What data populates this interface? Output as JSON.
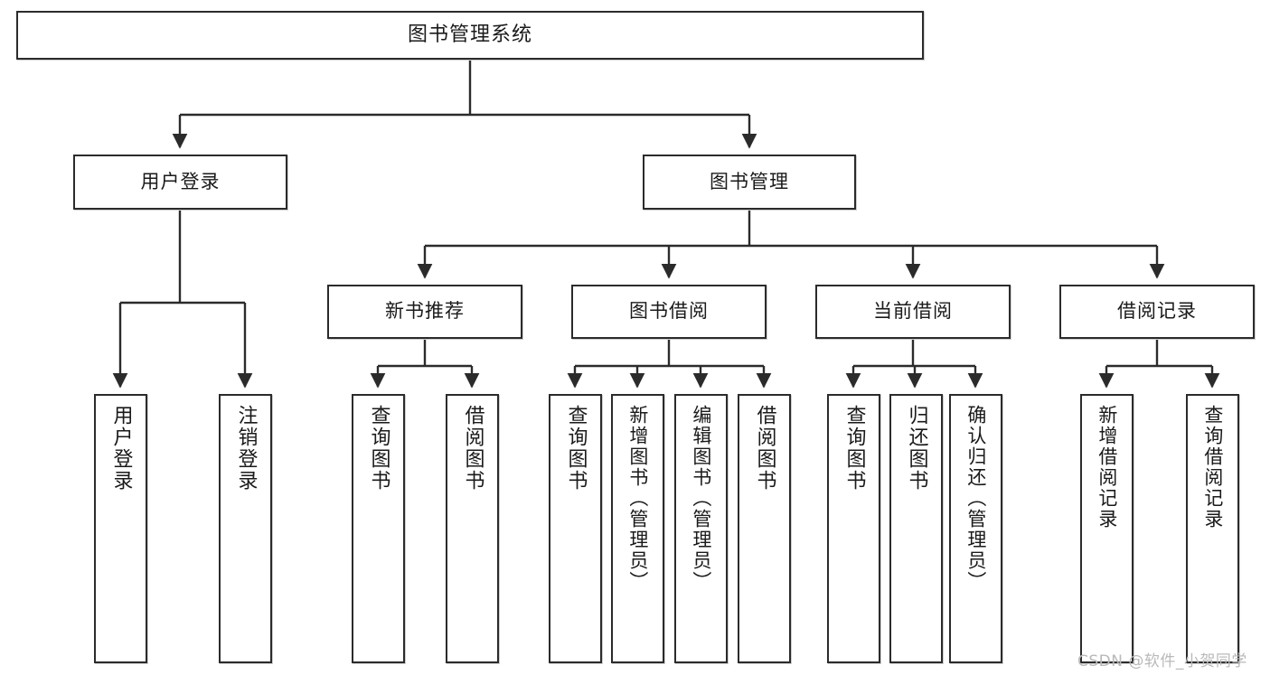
{
  "diagram": {
    "type": "tree-hierarchy-chart",
    "title": "图书管理系统",
    "orientation": "top-down",
    "colors": {
      "box_border": "#2b2b2b",
      "box_fill": "#ffffff",
      "edge": "#2b2b2b",
      "background": "#ffffff",
      "watermark": "#b9b9b9"
    },
    "root": {
      "label": "图书管理系统"
    },
    "level2": [
      {
        "label": "用户登录"
      },
      {
        "label": "图书管理"
      }
    ],
    "level3": [
      {
        "label": "新书推荐"
      },
      {
        "label": "图书借阅"
      },
      {
        "label": "当前借阅"
      },
      {
        "label": "借阅记录"
      }
    ],
    "leaves": {
      "user_login": [
        {
          "label": "用户登录"
        },
        {
          "label": "注销登录"
        }
      ],
      "new_book_recommend": [
        {
          "label": "查询图书"
        },
        {
          "label": "借阅图书"
        }
      ],
      "book_borrow": [
        {
          "label": "查询图书"
        },
        {
          "label": "新增图书（管理员）"
        },
        {
          "label": "编辑图书（管理员）"
        },
        {
          "label": "借阅图书"
        }
      ],
      "current_borrow": [
        {
          "label": "查询图书"
        },
        {
          "label": "归还图书"
        },
        {
          "label": "确认归还（管理员）"
        }
      ],
      "borrow_record": [
        {
          "label": "新增借阅记录"
        },
        {
          "label": "查询借阅记录"
        }
      ]
    }
  },
  "watermark": {
    "text": "CSDN @软件_小贺同学"
  }
}
